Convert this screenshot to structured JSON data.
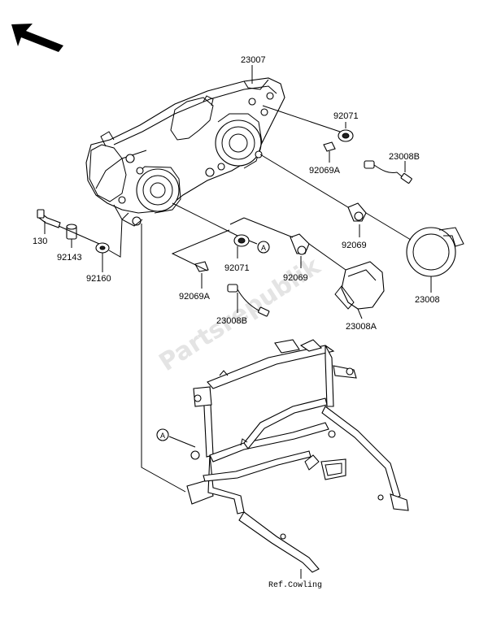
{
  "labels": {
    "p23007": "23007",
    "p92071_top": "92071",
    "p92069A_top": "92069A",
    "p23008B_top": "23008B",
    "p130": "130",
    "p92143": "92143",
    "p92160": "92160",
    "p92069_right": "92069",
    "p92071_mid": "92071",
    "p92069_mid": "92069",
    "p23008": "23008",
    "p92069A_low": "92069A",
    "p23008B_low": "23008B",
    "p23008A": "23008A",
    "ref_cowling": "Ref.Cowling",
    "marker_a1": "A",
    "marker_a2": "A"
  },
  "watermark": "Partsrepublik",
  "icons": {
    "direction": "arrow-up-left-icon"
  }
}
